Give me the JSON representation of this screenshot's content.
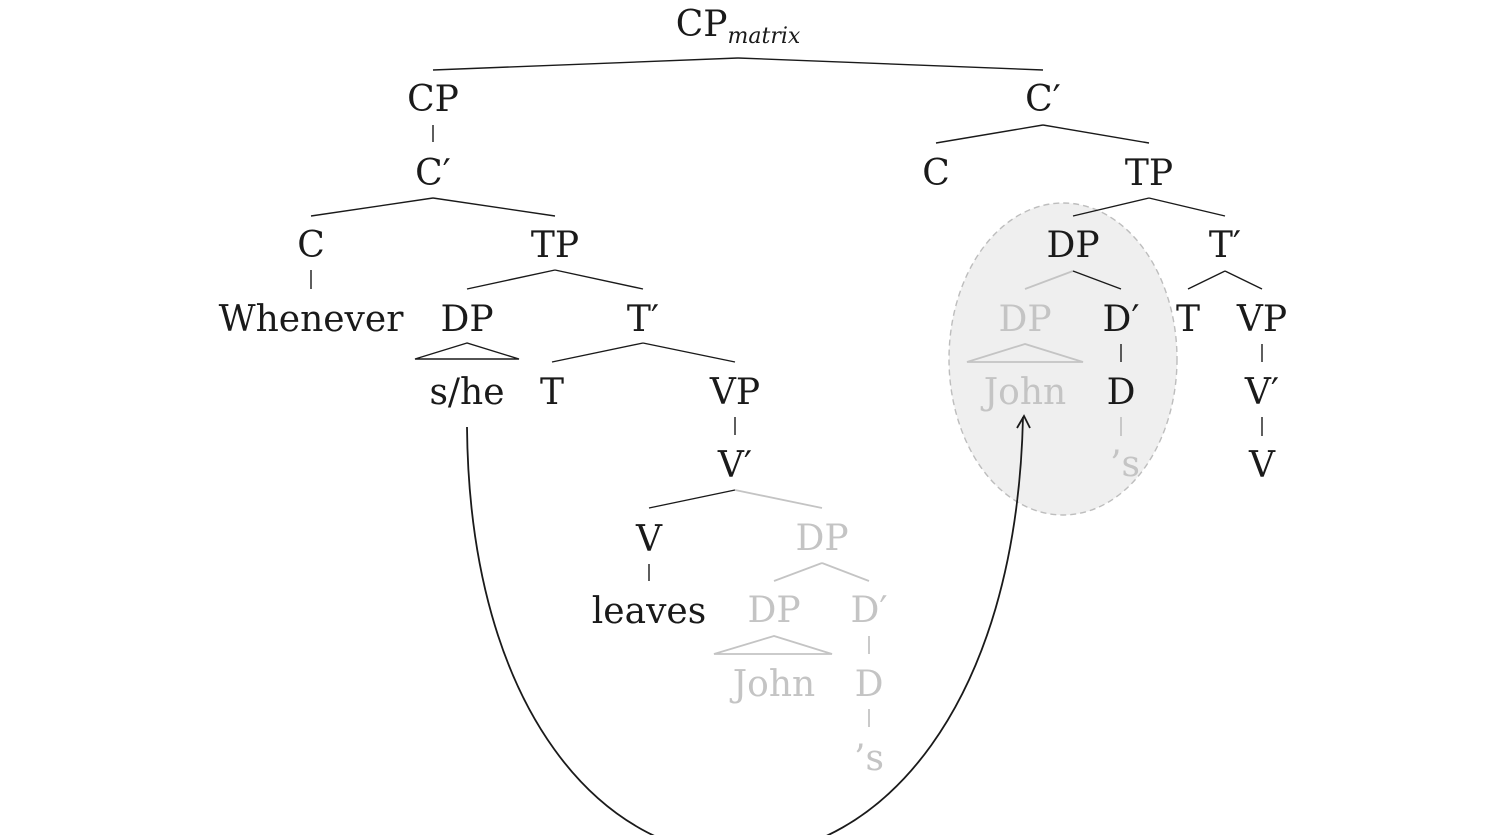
{
  "diagram": {
    "nodes": {
      "root": {
        "label": "CP",
        "subscript": "matrix"
      },
      "cp": {
        "label": "CP"
      },
      "cbar1": {
        "label": "C′"
      },
      "c1": {
        "label": "C"
      },
      "whenever": {
        "label": "Whenever"
      },
      "tp1": {
        "label": "TP"
      },
      "dp1": {
        "label": "DP"
      },
      "she": {
        "label": "s/he"
      },
      "tbar1": {
        "label": "T′"
      },
      "t1": {
        "label": "T"
      },
      "vp1": {
        "label": "VP"
      },
      "vbar1": {
        "label": "V′"
      },
      "v1": {
        "label": "V"
      },
      "leaves": {
        "label": "leaves"
      },
      "dpObj": {
        "label": "DP",
        "greyed": true
      },
      "dpJohnL": {
        "label": "DP",
        "greyed": true
      },
      "johnL": {
        "label": "John",
        "greyed": true
      },
      "dbarL": {
        "label": "D′",
        "greyed": true
      },
      "dL": {
        "label": "D",
        "greyed": true
      },
      "sL": {
        "label": "’s",
        "greyed": true
      },
      "cbar2": {
        "label": "C′"
      },
      "c2": {
        "label": "C"
      },
      "tp2": {
        "label": "TP"
      },
      "dp2": {
        "label": "DP"
      },
      "dpJohnR": {
        "label": "DP",
        "greyed": true
      },
      "johnR": {
        "label": "John",
        "greyed": true
      },
      "dbarR": {
        "label": "D′"
      },
      "dR": {
        "label": "D"
      },
      "sR": {
        "label": "’s",
        "greyed": true
      },
      "tbar2": {
        "label": "T′"
      },
      "t2": {
        "label": "T"
      },
      "vp2": {
        "label": "VP"
      },
      "vbar2": {
        "label": "V′"
      },
      "v2": {
        "label": "V"
      }
    },
    "annotations": {
      "highlight": "shaded dashed ellipse around the possessor DP John’s",
      "arrow": "curved arrow from s/he to John"
    }
  }
}
